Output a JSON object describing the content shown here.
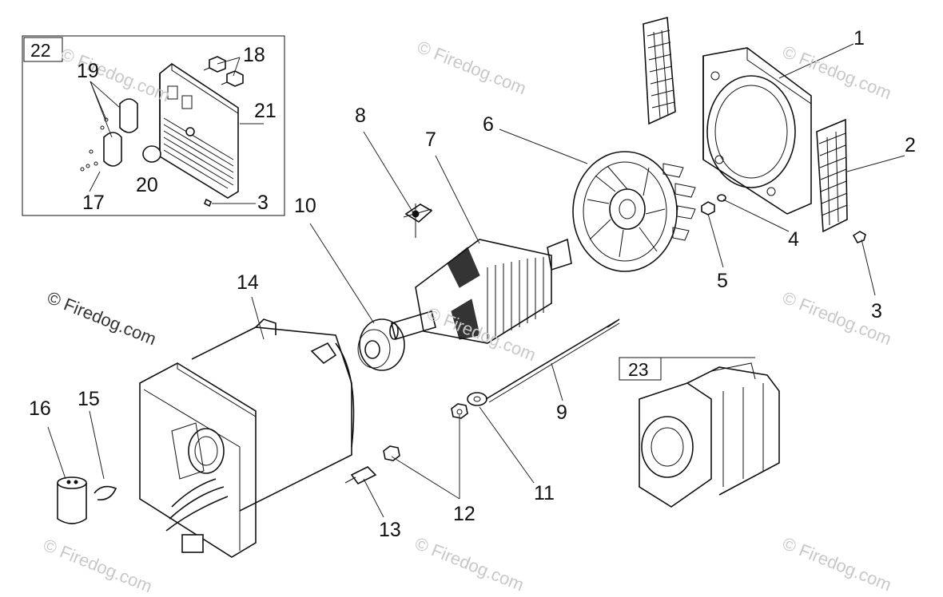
{
  "watermark": "© Firedog.com",
  "watermark_faint": "© Firedog.com",
  "callouts": {
    "c1": "1",
    "c2": "2",
    "c3a": "3",
    "c3b": "3",
    "c4": "4",
    "c5": "5",
    "c6": "6",
    "c7": "7",
    "c8": "8",
    "c9": "9",
    "c10": "10",
    "c11": "11",
    "c12": "12",
    "c13": "13",
    "c14": "14",
    "c15": "15",
    "c16": "16",
    "c17": "17",
    "c18": "18",
    "c19": "19",
    "c20": "20",
    "c21": "21"
  },
  "boxes": {
    "b22": "22",
    "b23": "23"
  }
}
